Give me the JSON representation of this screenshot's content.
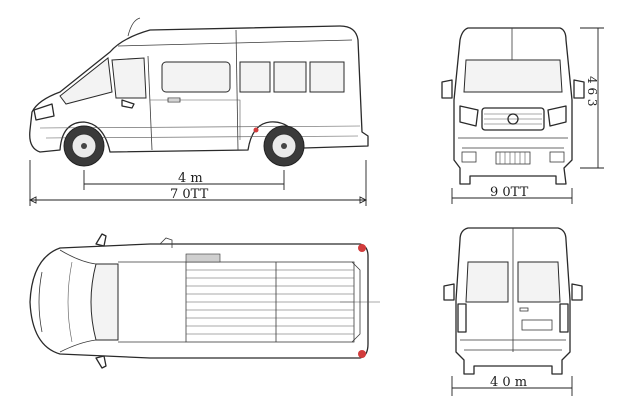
{
  "colors": {
    "line": "#2a2a2a",
    "accent_red": "#d23c3c",
    "background": "#ffffff"
  },
  "views": {
    "side": {
      "dim_top": "4 m",
      "dim_bottom": "7 0TT"
    },
    "front": {
      "dim_width": "9 0TT",
      "dim_height": "4 6 3"
    },
    "top": {},
    "rear": {
      "dim_width": "4 0 m"
    }
  }
}
